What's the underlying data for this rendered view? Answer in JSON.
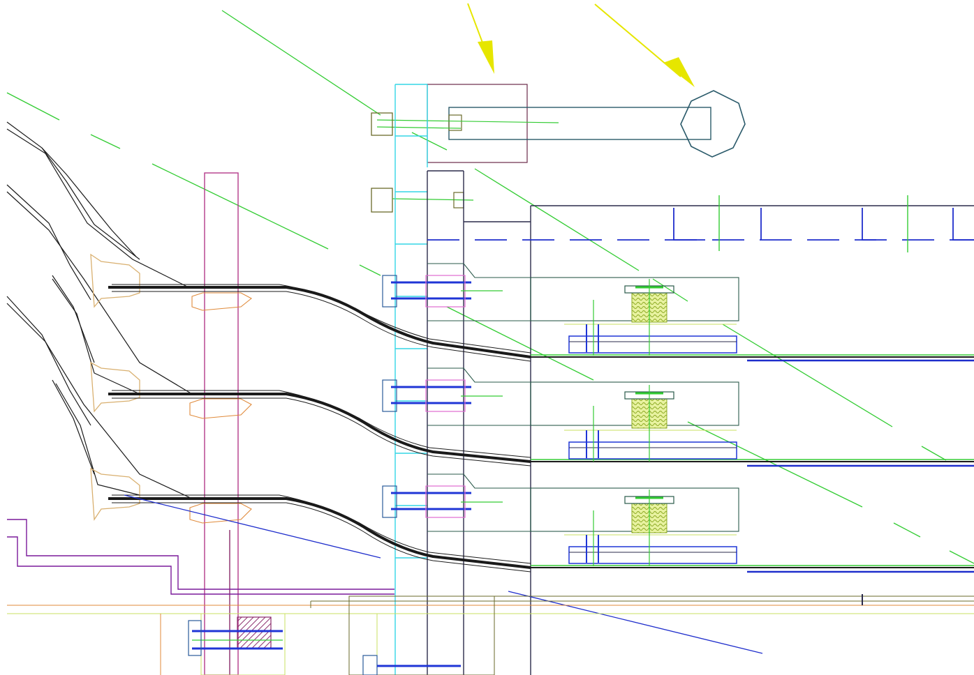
{
  "drawing": {
    "kind": "CAD section view",
    "stages": 3,
    "text_labels": []
  },
  "colors": {
    "background": "#ffffff",
    "centerline": "#33cc33",
    "outline": "#1a1a1a",
    "frame_dark": "#2a2a4a",
    "outer_frame": "#222244",
    "dash_blue": "#1f2ecc",
    "bolt_blue": "#1f35d6",
    "cyan": "#33d6e6",
    "magenta": "#b43a8a",
    "purple": "#7a1a9a",
    "pink": "#e06ad0",
    "orange": "#e08a3a",
    "tan": "#d9b070",
    "olive": "#6a6a2a",
    "steel": "#2a5a6a",
    "lime": "#c8e060",
    "yellow_fill": "#e8f2a0",
    "arrow_yellow": "#e6e600",
    "hatch": "#8a2a6a"
  },
  "arrows": [
    {
      "name": "arrow-top-center",
      "color": "arrow_yellow"
    },
    {
      "name": "arrow-top-right",
      "color": "arrow_yellow"
    }
  ]
}
